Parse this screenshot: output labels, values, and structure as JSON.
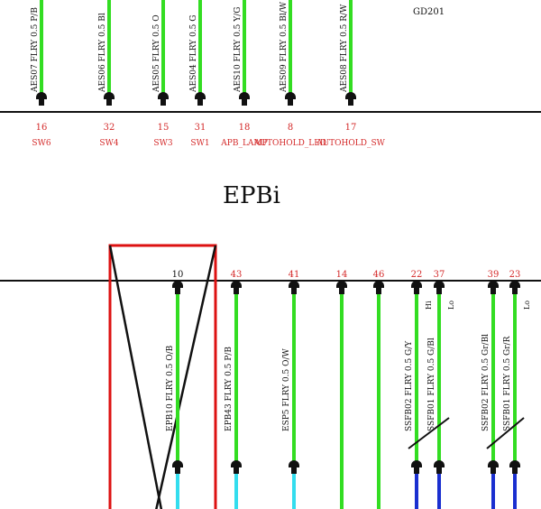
{
  "ref_label": "GD201",
  "section_title": "EPBi",
  "top_connector": [
    {
      "pin": "16",
      "label": "SW6",
      "wire": "AES07 FLRY 0.5 P/B"
    },
    {
      "pin": "32",
      "label": "SW4",
      "wire": "AES06 FLRY 0.5 Bl"
    },
    {
      "pin": "15",
      "label": "SW3",
      "wire": "AES05 FLRY 0.5 O"
    },
    {
      "pin": "31",
      "label": "SW1",
      "wire": "AES04 FLRY 0.5 G"
    },
    {
      "pin": "18",
      "label": "APB_LAMP",
      "wire": "AES10 FLRY 0.5 Y/G"
    },
    {
      "pin": "8",
      "label": "AUTOHOLD_LED",
      "wire": "AES09 FLRY 0.5 Bl/W"
    },
    {
      "pin": "17",
      "label": "AUTOHOLD_SW",
      "wire": "AES08 FLRY 0.5 R/W"
    }
  ],
  "bottom_connector": [
    {
      "pin": "10",
      "wire": "EPB10 FLRY 0.5 O/B"
    },
    {
      "pin": "43",
      "wire": "EPB43 FLRY 0.5 P/B"
    },
    {
      "pin": "41",
      "wire": "ESP5 FLRY 0.5 O/W"
    },
    {
      "pin": "14",
      "wire": ""
    },
    {
      "pin": "46",
      "wire": ""
    },
    {
      "pin": "22",
      "wire": "SSFB02 FLRY 0.5 G/Y",
      "side": "Hi"
    },
    {
      "pin": "37",
      "wire": "SSFB01 FLRY 0.5 G/Bl",
      "side": "Lo"
    },
    {
      "pin": "39",
      "wire": "SSFB02 FLRY 0.5 Gr/Bl"
    },
    {
      "pin": "23",
      "wire": "SSFB01 FLRY 0.5 Gr/R",
      "side": "Lo"
    }
  ],
  "colors": {
    "wire_green": "#33dd22",
    "wire_cyan": "#33ddee",
    "wire_blue": "#1a2fd0",
    "highlight_red": "#dd1111",
    "pin_red": "#d42a2a",
    "line_black": "#111111"
  }
}
